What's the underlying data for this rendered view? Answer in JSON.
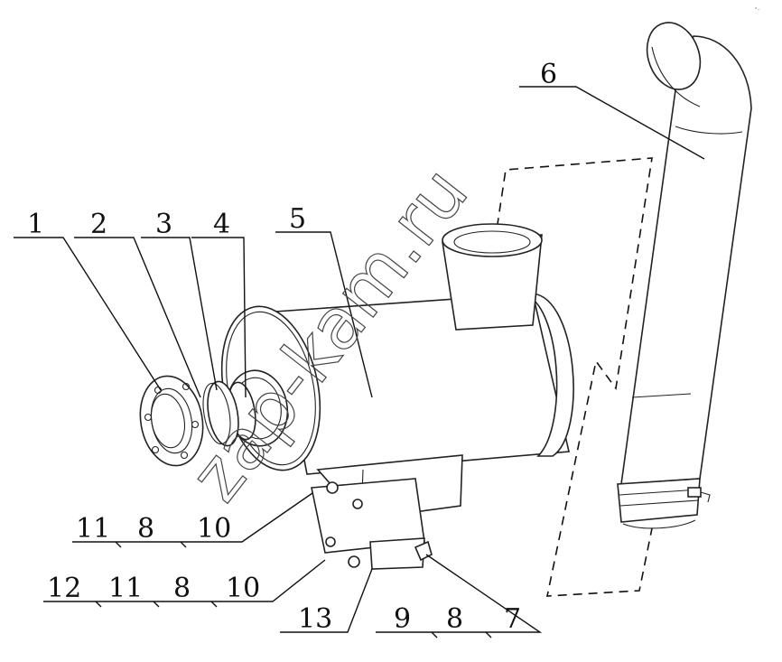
{
  "callouts": {
    "c1": "1",
    "c2": "2",
    "c3": "3",
    "c4": "4",
    "c5": "5",
    "c6": "6",
    "r1a": "11",
    "r1b": "8",
    "r1c": "10",
    "r2a": "12",
    "r2b": "11",
    "r2c": "8",
    "r2d": "10",
    "c13": "13",
    "r3a": "9",
    "r3b": "8",
    "r3c": "7"
  },
  "watermark": "zap-kam.ru",
  "colors": {
    "ink": "#111111",
    "background": "#ffffff",
    "watermark": "#444444"
  }
}
